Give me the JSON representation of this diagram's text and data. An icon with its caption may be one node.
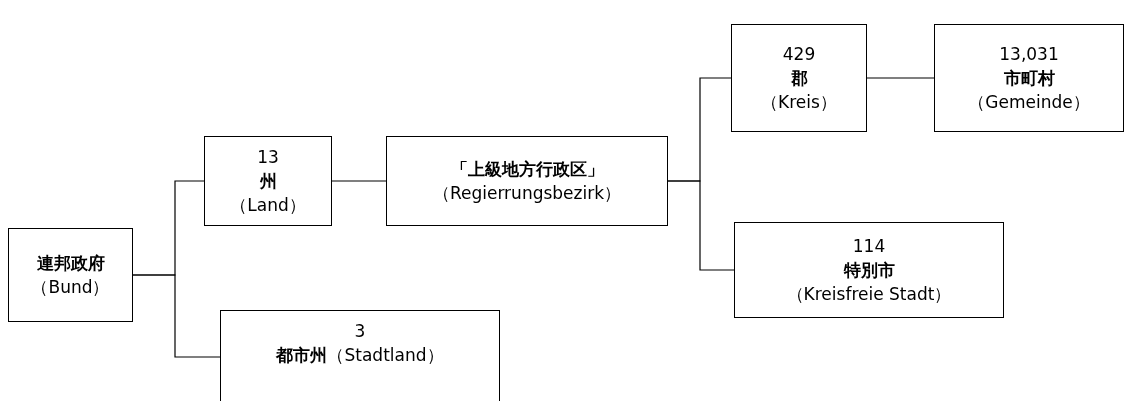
{
  "diagram": {
    "nodes": [
      {
        "text": [
          "連邦政府",
          "（Bund）"
        ]
      },
      {
        "text": [
          "13",
          "州",
          "（Land）"
        ]
      },
      {
        "text": [
          "「上級地方行政区」",
          "（Regierrungsbezirk）"
        ]
      },
      {
        "text": [
          "429",
          "郡",
          "（Kreis）"
        ]
      },
      {
        "text": [
          "13,031",
          "市町村",
          "（Gemeinde）"
        ]
      },
      {
        "text": [
          "114",
          "特別市",
          "（Kreisfreie Stadt）"
        ]
      },
      {
        "text": [
          "3",
          "**都市州**（Stadtland）"
        ]
      }
    ],
    "edges": [
      {
        "from": 0,
        "to": 1,
        "arrow": "none"
      },
      {
        "from": 0,
        "to": 6,
        "arrow": "none"
      },
      {
        "from": 1,
        "to": 2,
        "arrow": "none"
      },
      {
        "from": 2,
        "to": 3,
        "arrow": "none"
      },
      {
        "from": 2,
        "to": 5,
        "arrow": "none"
      },
      {
        "from": 3,
        "to": 4,
        "arrow": "none"
      }
    ]
  }
}
